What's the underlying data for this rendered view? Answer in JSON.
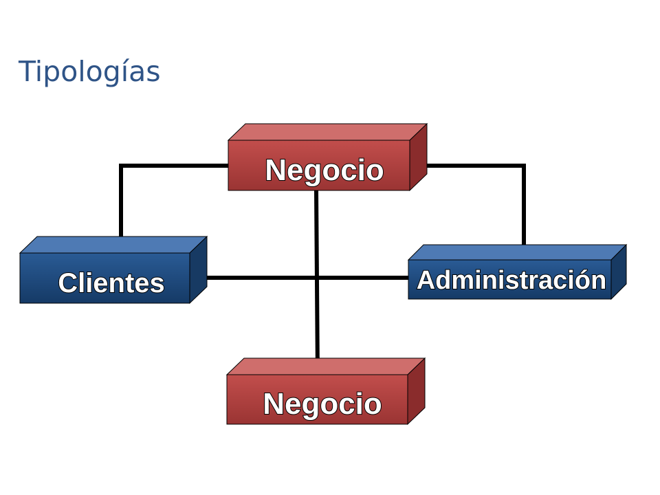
{
  "title": "Tipologías",
  "colors": {
    "title": "#2f5487",
    "red_front": "#b34645",
    "red_top": "#cf6e6c",
    "red_side": "#8a2c2c",
    "blue_front": "#1e4a7e",
    "blue_top": "#4e7ab4",
    "blue_side": "#173a63",
    "connector": "#000000"
  },
  "nodes": {
    "negocio_top": {
      "label": "Negocio",
      "theme": "red"
    },
    "clientes": {
      "label": "Clientes",
      "theme": "blue"
    },
    "administracion": {
      "label": "Administración",
      "theme": "blue"
    },
    "negocio_bottom": {
      "label": "Negocio",
      "theme": "red"
    }
  },
  "links": [
    {
      "from": "negocio_top",
      "to": "clientes"
    },
    {
      "from": "negocio_top",
      "to": "administracion"
    },
    {
      "from": "negocio_top",
      "to": "negocio_bottom"
    },
    {
      "from": "clientes",
      "to": "administracion"
    }
  ]
}
